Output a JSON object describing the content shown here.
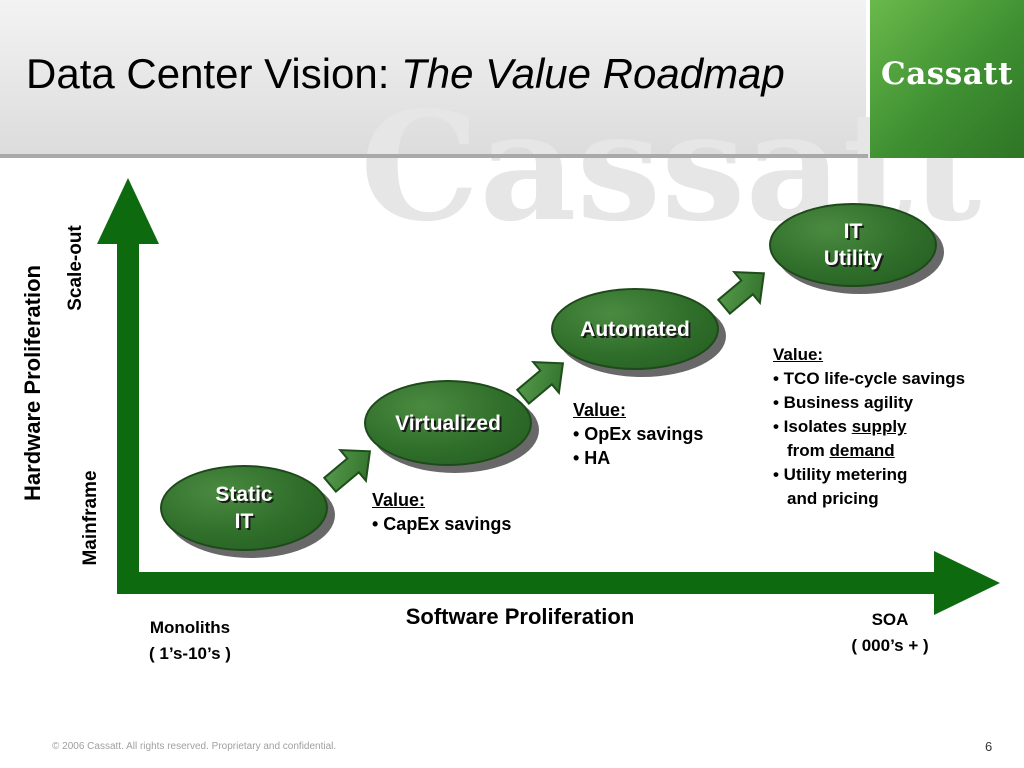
{
  "title": {
    "plain": "Data Center Vision:",
    "italic": "The Value Roadmap"
  },
  "logo": "Cassatt",
  "watermark": "Cassatt",
  "axes": {
    "vertical_main": "Hardware Proliferation",
    "vertical_top": "Scale-out",
    "vertical_bottom": "Mainframe",
    "horizontal_main": "Software Proliferation",
    "horizontal_left": {
      "line1": "Monoliths",
      "line2": "( 1’s-10’s )"
    },
    "horizontal_right": {
      "line1": "SOA",
      "line2": "( 000’s + )"
    }
  },
  "stages": [
    {
      "label": "Static\nIT"
    },
    {
      "label": "Virtualized"
    },
    {
      "label": "Automated"
    },
    {
      "label": "IT\nUtility"
    }
  ],
  "values": {
    "static": {
      "heading": "Value:",
      "items": [
        "• CapEx savings"
      ]
    },
    "virtualized": {
      "heading": "Value:",
      "items": [
        "• OpEx savings",
        "• HA"
      ]
    },
    "automated": {
      "heading": "Value:",
      "item1": "• TCO life-cycle savings",
      "item2": "• Business agility",
      "item3_prefix": "• Isolates ",
      "item3_supply": "supply",
      "item3_from": "from ",
      "item3_demand": "demand",
      "item4_line1": "• Utility metering",
      "item4_line2": "and pricing"
    }
  },
  "colors": {
    "arrow_green": "#0e6a0e",
    "stage_green": "#2f6e2a",
    "logo_green": "#3f9032"
  },
  "footer": "© 2006 Cassatt. All rights reserved.  Proprietary and confidential.",
  "page_number": "6"
}
